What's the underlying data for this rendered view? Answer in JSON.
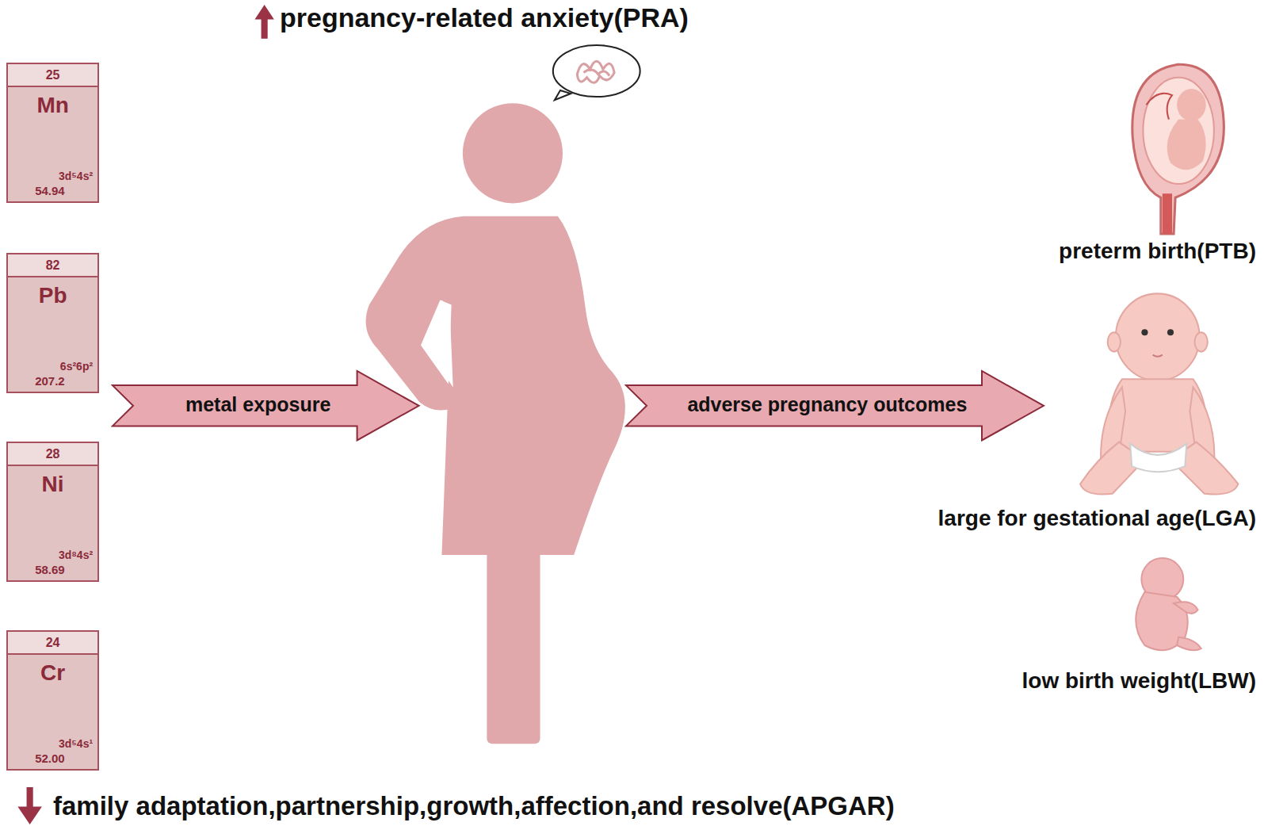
{
  "diagram": {
    "title": "pregnancy-related anxiety(PRA)",
    "nodes": [
      {
        "text": [
          "25",
          "Mn",
          "3d⁵4s²",
          "54.94"
        ]
      },
      {
        "text": [
          "82",
          "Pb",
          "6s²6p²",
          "207.2"
        ]
      },
      {
        "text": [
          "28",
          "Ni",
          "3d⁸4s²",
          "58.69"
        ]
      },
      {
        "text": [
          "24",
          "Cr",
          "3d⁵4s¹",
          "52.00"
        ]
      },
      {
        "text": [
          "metal exposure"
        ]
      },
      {
        "text": [
          "adverse pregnancy outcomes"
        ]
      }
    ],
    "labels": [
      "preterm birth(PTB)",
      "large for gestational age(LGA)",
      "low birth weight(LBW)",
      "family adaptation,partnership,growth,affection,and resolve(APGAR)"
    ]
  }
}
